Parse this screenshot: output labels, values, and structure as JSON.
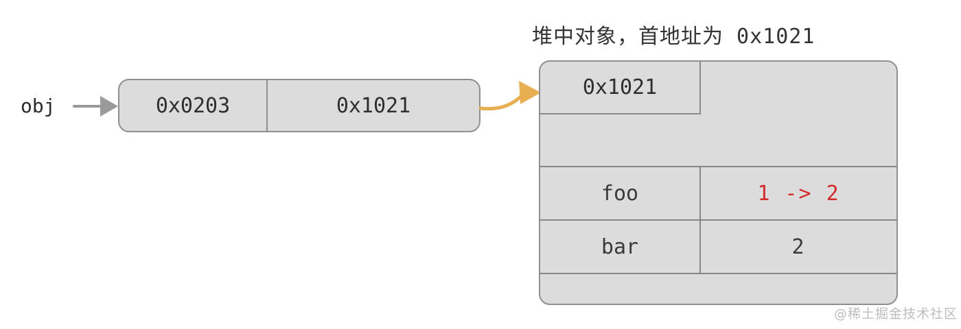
{
  "title": "堆中对象，首地址为 0x1021",
  "obj_pointer": {
    "label": "obj",
    "cells": [
      "0x0203",
      "0x1021"
    ]
  },
  "heap_object": {
    "header_address": "0x1021",
    "fields": [
      {
        "name": "foo",
        "value": "1 -> 2",
        "highlight": true
      },
      {
        "name": "bar",
        "value": "2",
        "highlight": false
      }
    ]
  },
  "watermark": "@稀土掘金技术社区",
  "icons": {
    "pointer_arrow": "gray right arrow from obj to reference node",
    "reference_arrow": "curved yellow right arrow from reference node to heap object"
  },
  "colors": {
    "canvas_bg": "#ffffff",
    "node_fill": "#dcdcdc",
    "node_border": "#8f8f8f",
    "text_dark": "#2e2e2e",
    "changed_value": "#d32b2b",
    "pointer_arrow": "#9a9a9a",
    "reference_arrow": "#e8ae52",
    "watermark": "#bdbdbd"
  }
}
